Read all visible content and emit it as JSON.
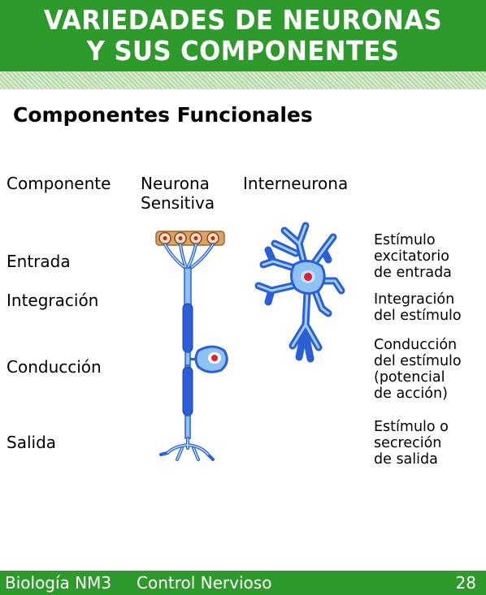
{
  "header": {
    "title_line1": "VARIEDADES DE NEURONAS",
    "title_line2": "Y SUS COMPONENTES"
  },
  "subtitle": "Componentes Funcionales",
  "columns": {
    "component": "Componente",
    "sensory_line1": "Neurona",
    "sensory_line2": "Sensitiva",
    "interneuron": "Interneurona"
  },
  "rows": {
    "input": "Entrada",
    "integration": "Integración",
    "conduction": "Conducción",
    "output": "Salida"
  },
  "descriptions": {
    "input": [
      "Estímulo",
      "excitatorio",
      "de entrada"
    ],
    "integration": [
      "Integración",
      "del estímulo"
    ],
    "conduction": [
      "Conducción",
      "del estímulo",
      "(potencial",
      "de acción)"
    ],
    "output": [
      "Estímulo o",
      "secreción",
      "de salida"
    ]
  },
  "footer": {
    "course": "Biología NM3",
    "topic": "Control Nervioso",
    "page": "28"
  },
  "colors": {
    "header_green": "#2e9a2c",
    "neuron_blue": "#2a5fd8",
    "neuron_light": "#8fc1f2",
    "nucleus_red": "#e0202a",
    "receptor_orange": "#d9a46a"
  }
}
